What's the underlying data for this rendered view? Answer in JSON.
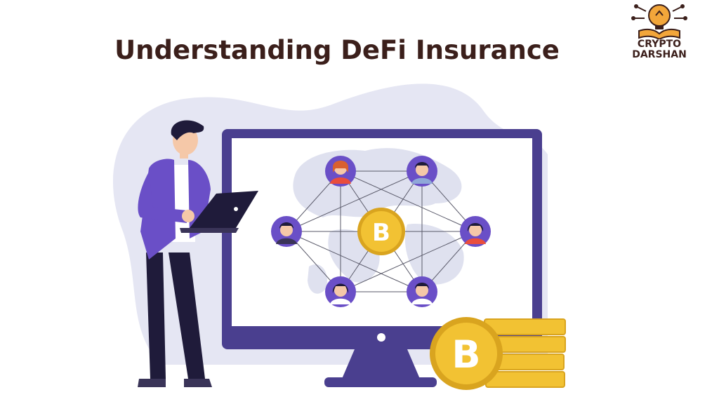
{
  "page": {
    "title": "Understanding DeFi Insurance"
  },
  "logo": {
    "line1": "CRYPTO",
    "line2": "DARSHAN",
    "icon": "lightbulb-book-icon"
  },
  "illustration": {
    "coin_symbol": "B",
    "colors": {
      "blob": "#e5e6f3",
      "monitor": "#4a3f8f",
      "screen": "#ffffff",
      "map": "#dfe1ef",
      "coin": "#f2c233",
      "coin_dark": "#d9a41f",
      "jacket": "#6a4fc7",
      "pants": "#1f1b3a",
      "node_bg": "#6a4fc7"
    }
  }
}
